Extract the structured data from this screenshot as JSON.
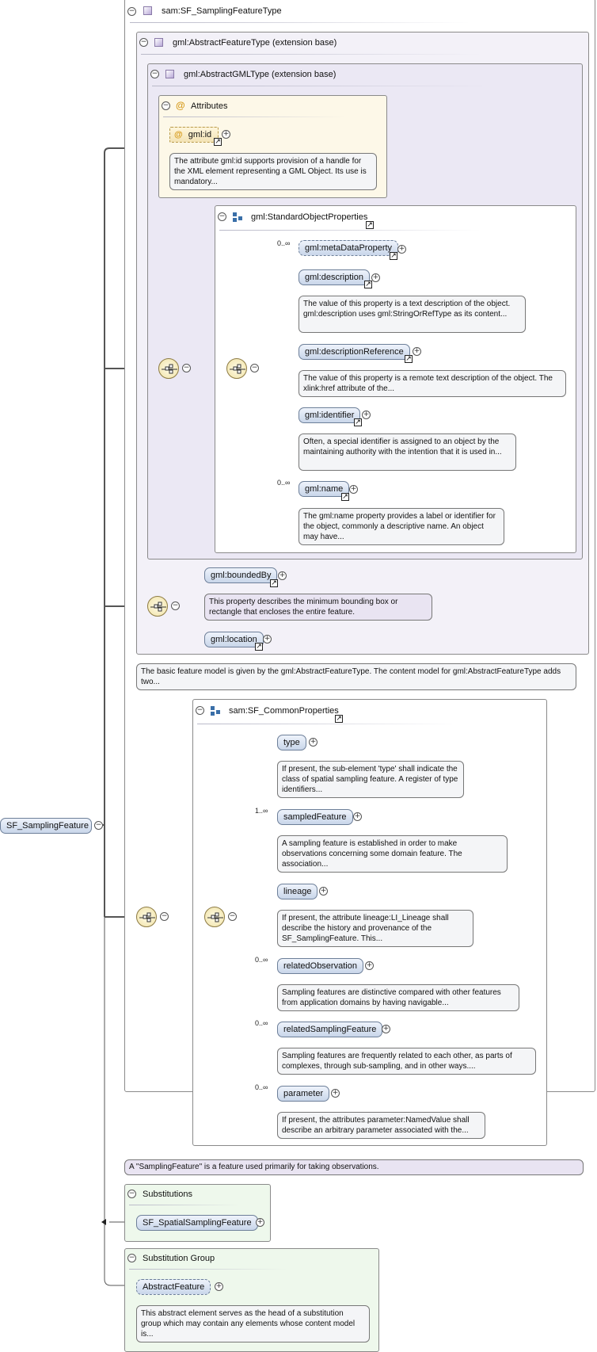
{
  "root_type": {
    "label": "sam:SF_SamplingFeatureType"
  },
  "abstract_feature_type": {
    "label": "gml:AbstractFeatureType (extension base)"
  },
  "abstract_gml_type": {
    "label": "gml:AbstractGMLType (extension base)"
  },
  "attributes": {
    "title": "Attributes",
    "gml_id": {
      "label": "gml:id",
      "note": "The attribute gml:id supports provision of a handle for the XML element representing a GML Object. Its use is mandatory..."
    }
  },
  "standard_object_properties": {
    "label": "gml:StandardObjectProperties",
    "items": [
      {
        "label": "gml:metaDataProperty",
        "cardinality": "0..∞",
        "note": ""
      },
      {
        "label": "gml:description",
        "cardinality": "",
        "note": "The value of this property is a text description of the object. gml:description uses gml:StringOrRefType as its content..."
      },
      {
        "label": "gml:descriptionReference",
        "cardinality": "",
        "note": "The value of this property is a remote text description of the object. The xlink:href attribute of the..."
      },
      {
        "label": "gml:identifier",
        "cardinality": "",
        "note": "Often, a special identifier is assigned to an object by the maintaining authority with the intention that it is used in..."
      },
      {
        "label": "gml:name",
        "cardinality": "0..∞",
        "note": "The gml:name property provides a label or identifier for the object, commonly a descriptive name. An object may have..."
      }
    ]
  },
  "feature_props": {
    "bounded_by": {
      "label": "gml:boundedBy",
      "note": "This property describes the minimum bounding box or rectangle that encloses the entire feature."
    },
    "location": {
      "label": "gml:location"
    }
  },
  "feature_type_note": "The basic feature model is given by the gml:AbstractFeatureType. The content model for gml:AbstractFeatureType adds two...",
  "common_properties": {
    "label": "sam:SF_CommonProperties",
    "items": [
      {
        "label": "type",
        "cardinality": "",
        "note": "If present, the sub-element 'type' shall indicate the class of spatial sampling feature. A register of type identifiers..."
      },
      {
        "label": "sampledFeature",
        "cardinality": "1..∞",
        "note": "A sampling feature is established in order to make observations concerning some domain feature. The association..."
      },
      {
        "label": "lineage",
        "cardinality": "",
        "note": "If present, the attribute lineage:LI_Lineage shall describe the history and provenance of the SF_SamplingFeature. This..."
      },
      {
        "label": "relatedObservation",
        "cardinality": "0..∞",
        "note": "Sampling features are distinctive compared with other features from application domains by having navigable..."
      },
      {
        "label": "relatedSamplingFeature",
        "cardinality": "0..∞",
        "note": "Sampling features are frequently related to each other, as parts of complexes, through sub-sampling, and in other ways...."
      },
      {
        "label": "parameter",
        "cardinality": "0..∞",
        "note": "If present, the attributes parameter:NamedValue shall describe an arbitrary parameter associated with the..."
      }
    ]
  },
  "root_note": "A \"SamplingFeature\" is a feature used primarily for taking observations.",
  "root_element": {
    "label": "SF_SamplingFeature"
  },
  "substitutions": {
    "title": "Substitutions",
    "item": "SF_SpatialSamplingFeature"
  },
  "substitution_group": {
    "title": "Substitution Group",
    "item": "AbstractFeature",
    "note": "This abstract element serves as the head of a substitution group which may contain any elements whose content model is..."
  },
  "colors": {
    "element_fill": "#c9d6ea",
    "root_box": "#ffffff",
    "feature_box": "#f3f1f8",
    "gml_box": "#ebe8f4",
    "attributes_box": "#fdf8e8",
    "substitution_box": "#eef8ec"
  }
}
